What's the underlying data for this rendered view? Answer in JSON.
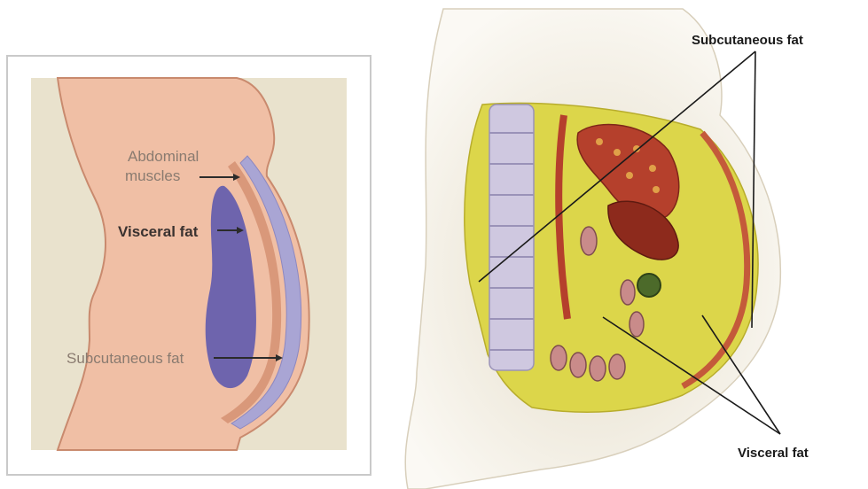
{
  "left_diagram": {
    "labels": {
      "abdominal_muscles_line1": "Abdominal",
      "abdominal_muscles_line2": "muscles",
      "visceral_fat": "Visceral fat",
      "subcutaneous_fat": "Subcutaneous fat"
    },
    "colors": {
      "background": "#e9e2cd",
      "body": "#f0bfa5",
      "body_outline": "#c98a6e",
      "visceral_fat": "#6e64ad",
      "subcutaneous_fat": "#a9a5d4",
      "muscle": "#d9987a"
    }
  },
  "right_diagram": {
    "labels": {
      "subcutaneous_fat": "Subcutaneous fat",
      "visceral_fat": "Visceral fat"
    },
    "colors": {
      "skin": "#eee6d6",
      "fat": "#dcd64a",
      "organ": "#b5402c",
      "spine": "#cfc8e0",
      "muscle": "#c45a3a"
    }
  }
}
